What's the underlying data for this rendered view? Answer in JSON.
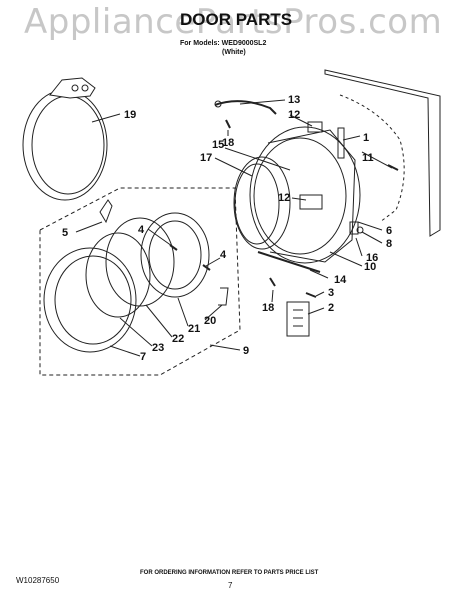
{
  "watermark": "AppliancePartsPros.com",
  "header": {
    "title": "DOOR PARTS",
    "model_line": "For Models: WED9000SL2",
    "color_line": "(White)"
  },
  "callouts": [
    "19",
    "13",
    "18",
    "12",
    "1",
    "11",
    "17",
    "15",
    "12",
    "5",
    "4",
    "4",
    "6",
    "8",
    "16",
    "10",
    "14",
    "3",
    "2",
    "18",
    "20",
    "21",
    "22",
    "23",
    "7",
    "9"
  ],
  "footer": {
    "ordering_info": "FOR ORDERING INFORMATION REFER TO PARTS PRICE LIST",
    "document_number": "W10287650",
    "page_number": "7"
  }
}
